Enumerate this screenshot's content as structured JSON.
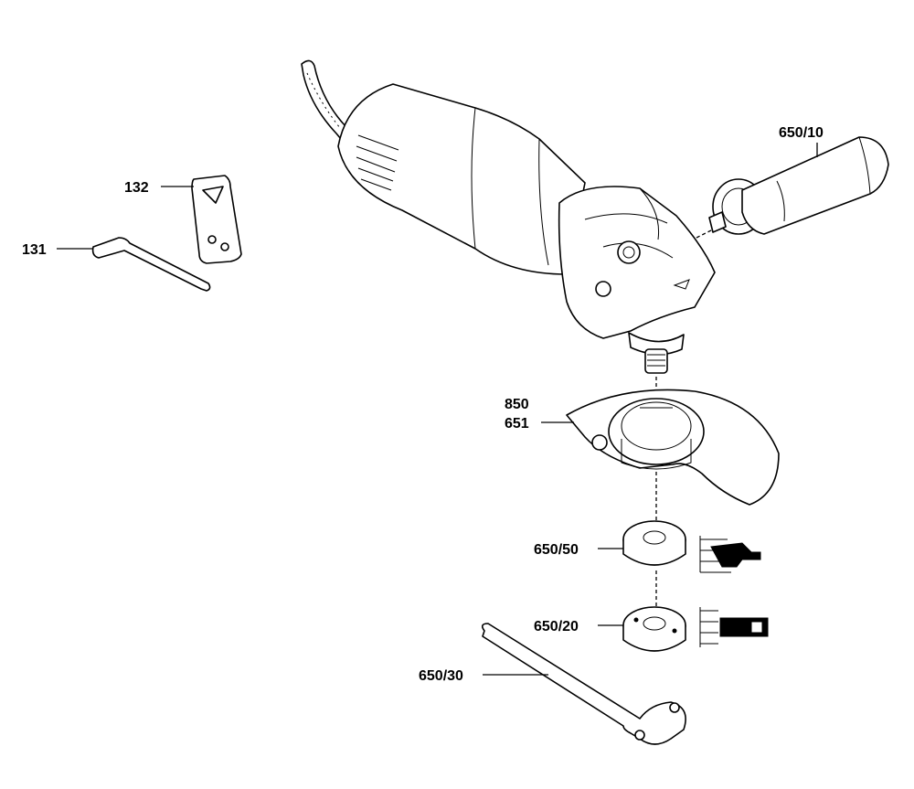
{
  "diagram": {
    "labels": {
      "p132": "132",
      "p131": "131",
      "p650_10": "650/10",
      "p850": "850",
      "p651": "651",
      "p650_50": "650/50",
      "p650_20": "650/20",
      "p650_30": "650/30"
    }
  }
}
